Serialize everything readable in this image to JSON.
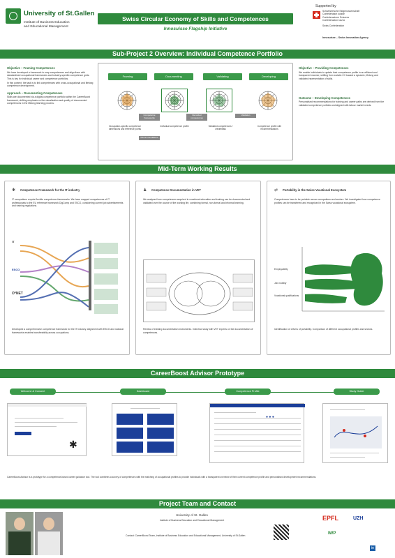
{
  "header": {
    "university_name": "University of St.Gallen",
    "institute_line1": "Institute of Business Education",
    "institute_line2": "and Educational Management",
    "title": "Swiss Circular Economy of Skills and Competences",
    "subtitle": "Innosuisse Flagship Initiative",
    "supported_by": "Supported by",
    "swiss_conf_line1": "Schweizerische Eidgenossenschaft",
    "swiss_conf_line2": "Confédération suisse",
    "swiss_conf_line3": "Confederazione Svizzera",
    "swiss_conf_line4": "Confederaziun svizra",
    "swiss_conf_line5": "Swiss Confederation",
    "agency": "Innosuisse – Swiss Innovation Agency"
  },
  "sections": {
    "subproject": "Sub-Project 2 Overview: Individual Competence Portfolio",
    "midterm": "Mid-Term Working Results",
    "careerboost": "CareerBoost Advisor Prototype",
    "team": "Project Team and Contact"
  },
  "subproject": {
    "objective_title": "Objective – Framing Competences",
    "objective_text": "We have developed a framework to map competences and align them with standardized occupational frameworks and industry-specific competence grids. This is key for individual career and competence portfolios.",
    "objective_text2": "In this context, the task is to link competences with cross-occupational and lifelong competence development.",
    "approach_title": "Approach – Documenting Competences",
    "approach_text": "Skills are documented via a digital competence portfolio within the CareerBoost framework, shifting emphasis on the visualisation and quality of documented competences in the lifelong learning process.",
    "steps": [
      "Framing",
      "Documenting",
      "Validating",
      "Developing"
    ],
    "arrow_labels": [
      "Competence frameworks",
      "Recorded competences",
      "Validation",
      "Recommendations"
    ],
    "step_captions": [
      "Occupation-specific competence dimensions and reference points",
      "Individual competence profile",
      "Validated competences / credentials",
      "Competence profile with recommendations"
    ],
    "objective2_title": "Objective – Providing Competences",
    "objective2_text": "We enable individuals to update their competence profile in an efficient and transparent manner, shifting from a static CV toward a dynamic, lifelong and validated representation of skills.",
    "outcome_title": "Outcome – Developing Competences",
    "outcome_text": "Personalised recommendations for training and career paths are derived from the validated competence portfolio and aligned with labour market needs."
  },
  "midterm": {
    "col1_title": "Competence Framework for the IT industry",
    "col1_text": "IT occupations require flexible competence frameworks. We have mapped competences of IT professionals to the EU reference framework DigComp and ESCO, considering current job advertisements and training regulations.",
    "col1_labels": [
      "IT",
      "ESCO",
      "O*NET"
    ],
    "col1_bullets": "Developed a comprehensive competence framework for the IT industry. Alignment with ESCO and national frameworks enables transferability across occupations.",
    "col2_title": "Competence Documentation in VET",
    "col2_text": "We analysed how competences acquired in vocational education and training can be documented and validated over the course of the working life, combining formal, non-formal and informal learning.",
    "col2_bullets": "Review of existing documentation instruments. Interview study with VET experts on the documentation of competences.",
    "col3_title": "Portability in the Swiss Vocational Ecosystem",
    "col3_text": "Competences have to be portable across occupations and sectors. We investigated how competence profiles can be transferred and recognised in the Swiss vocational ecosystem.",
    "col3_labels": [
      "Employability",
      "Job mobility",
      "Vocational qualifications"
    ],
    "col3_bullets": "Identification of drivers of portability. Comparison of different occupational profiles and sectors."
  },
  "careerboost": {
    "steps": [
      "Welcome & Consent",
      "Dashboard",
      "Competence Profile",
      "Study Guide"
    ],
    "footnote": "CareerBoost Advisor is a prototype for a competence-based career guidance tool. The tool combines a survey of competences with the matching of occupational profiles to provide individuals with a transparent overview of their current competence profile and personalised development recommendations."
  },
  "team": {
    "affiliation_title": "University of St. Gallen",
    "affiliation_text": "Institute of Business Education and Educational Management",
    "contact_text": "Contact: CareerBoost Team, Institute of Business Education and Educational Management, University of St.Gallen",
    "partners": [
      "EPFL",
      "UZH",
      "IWP"
    ]
  },
  "colors": {
    "green": "#2f8a3d",
    "dark_green": "#1e6b2c",
    "orange": "#e0891b",
    "navy": "#1c3f99",
    "swiss_red": "#d52b1e"
  }
}
